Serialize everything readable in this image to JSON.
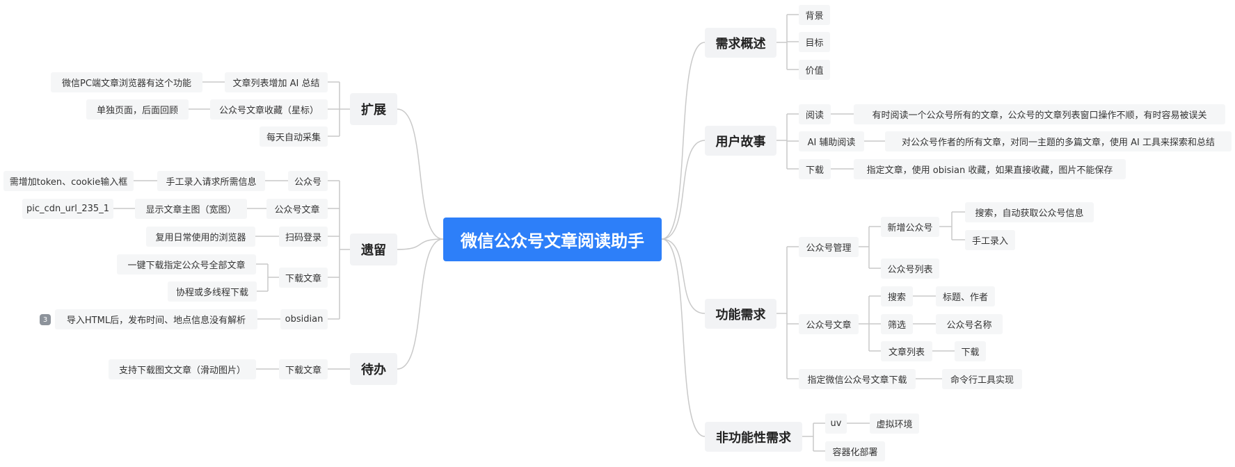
{
  "mindmap": {
    "root": "微信公众号文章阅读助手",
    "branches": {
      "requirements_overview": {
        "label": "需求概述",
        "children": [
          "背景",
          "目标",
          "价值"
        ]
      },
      "user_stories": {
        "label": "用户故事",
        "items": [
          {
            "label": "阅读",
            "note": "有时阅读一个公众号所有的文章，公众号的文章列表窗口操作不顺，有时容易被误关"
          },
          {
            "label": "AI 辅助阅读",
            "note": "对公众号作者的所有文章，对同一主题的多篇文章，使用 AI 工具来探索和总结"
          },
          {
            "label": "下载",
            "note": "指定文章，使用 obisian 收藏，如果直接收藏，图片不能保存"
          }
        ]
      },
      "functional": {
        "label": "功能需求",
        "account_mgmt": {
          "label": "公众号管理",
          "add": {
            "label": "新增公众号",
            "children": [
              "搜索，自动获取公众号信息",
              "手工录入"
            ]
          },
          "list": "公众号列表"
        },
        "articles": {
          "label": "公众号文章",
          "search": {
            "label": "搜索",
            "child": "标题、作者"
          },
          "filter": {
            "label": "筛选",
            "child": "公众号名称"
          },
          "article_list": {
            "label": "文章列表",
            "child": "下载"
          }
        },
        "download": {
          "label": "指定微信公众号文章下载",
          "child": "命令行工具实现"
        }
      },
      "non_functional": {
        "label": "非功能性需求",
        "uv": {
          "label": "uv",
          "child": "虚拟环境"
        },
        "container": "容器化部署"
      },
      "extension": {
        "label": "扩展",
        "items": [
          {
            "label": "文章列表增加 AI 总结",
            "note": "微信PC端文章浏览器有这个功能"
          },
          {
            "label": "公众号文章收藏（星标）",
            "note": "单独页面，后面回顾"
          },
          {
            "label": "每天自动采集"
          }
        ]
      },
      "legacy": {
        "label": "遗留",
        "account": {
          "label": "公众号",
          "sub": "手工录入请求所需信息",
          "note": "需增加token、cookie输入框"
        },
        "article": {
          "label": "公众号文章",
          "sub": "显示文章主图（宽图）",
          "note": "pic_cdn_url_235_1"
        },
        "qr_login": {
          "label": "扫码登录",
          "sub": "复用日常使用的浏览器"
        },
        "download": {
          "label": "下载文章",
          "children": [
            "一键下载指定公众号全部文章",
            "协程或多线程下载"
          ]
        },
        "obsidian": {
          "label": "obsidian",
          "sub": "导入HTML后，发布时间、地点信息没有解析",
          "badge": "3"
        }
      },
      "todo": {
        "label": "待办",
        "download": {
          "label": "下载文章",
          "sub": "支持下载图文文章（滑动图片）"
        }
      }
    }
  },
  "colors": {
    "root_bg": "#2d7ff9",
    "node_bg": "#f3f4f6",
    "line": "#c9c9c9",
    "badge": "#8d939b"
  }
}
